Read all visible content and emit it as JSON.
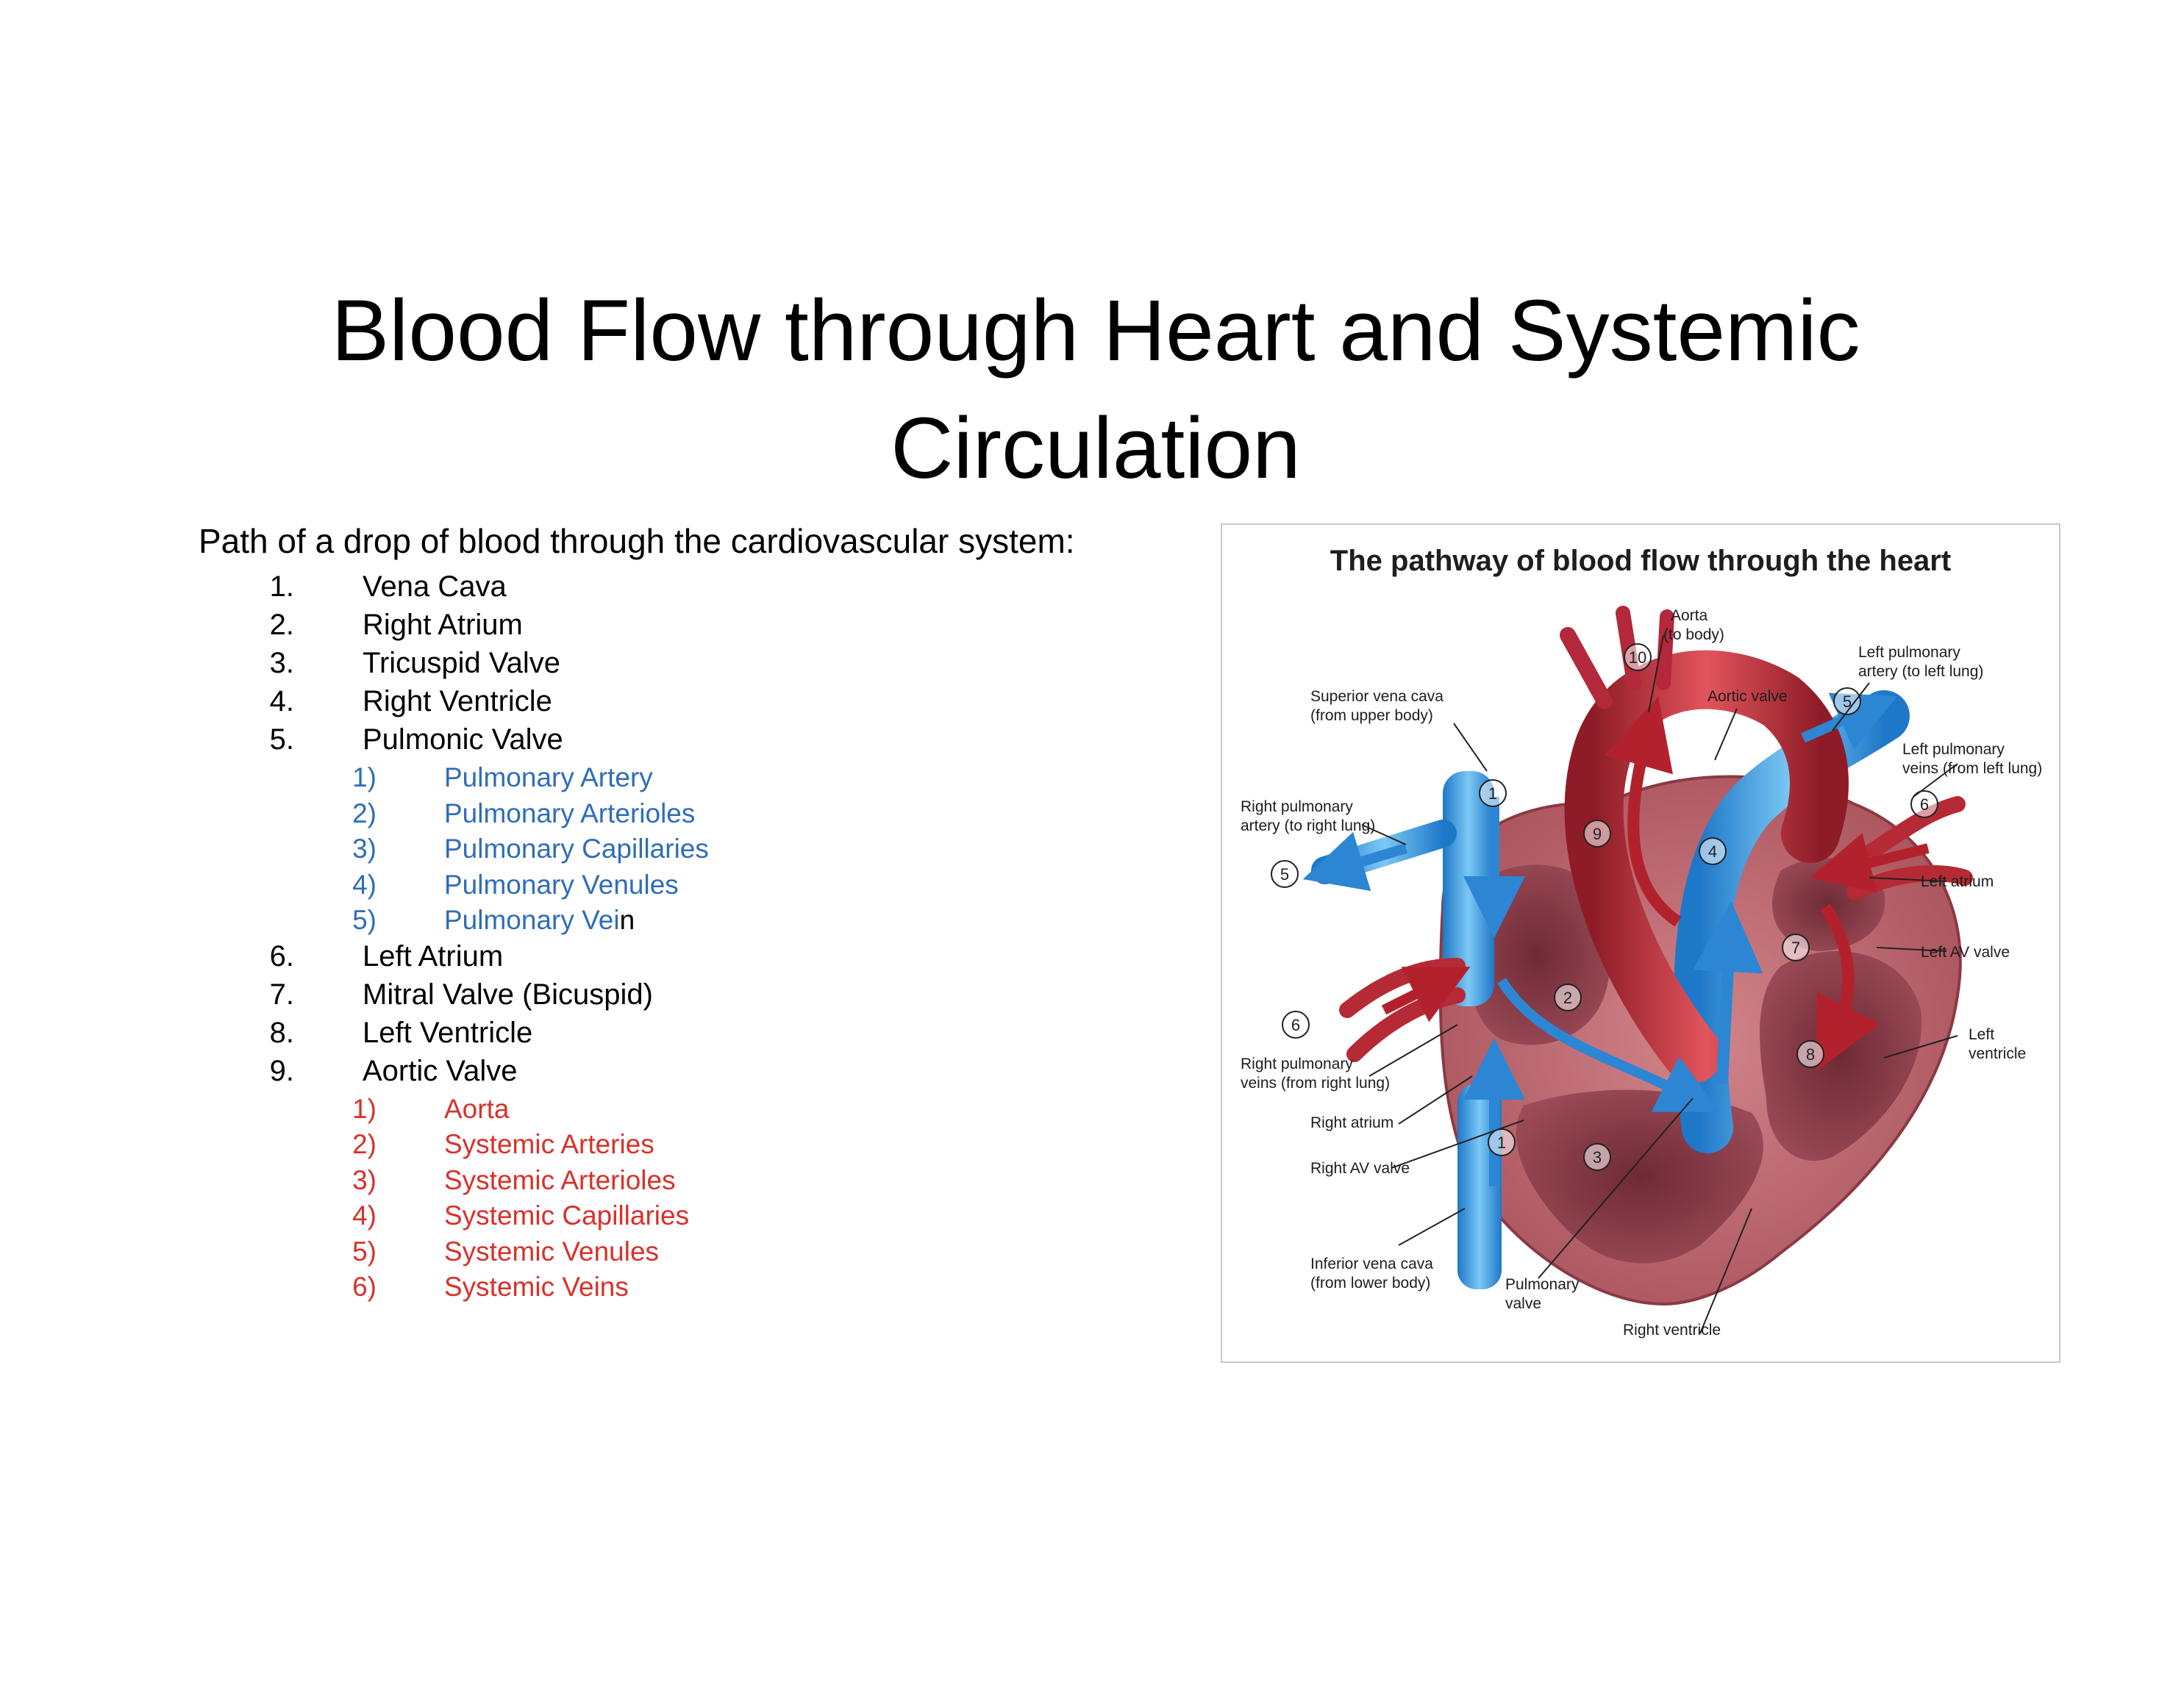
{
  "slide": {
    "title_line1": "Blood Flow through Heart and Systemic",
    "title_line2": "Circulation",
    "intro": "Path of a drop of blood through the cardiovascular system:"
  },
  "steps": [
    {
      "num": "1.",
      "label": "Vena Cava",
      "level": 1,
      "color": "black"
    },
    {
      "num": "2.",
      "label": "Right Atrium",
      "level": 1,
      "color": "black"
    },
    {
      "num": "3.",
      "label": "Tricuspid Valve",
      "level": 1,
      "color": "black"
    },
    {
      "num": "4.",
      "label": "Right Ventricle",
      "level": 1,
      "color": "black"
    },
    {
      "num": "5.",
      "label": "Pulmonic Valve",
      "level": 1,
      "color": "black"
    },
    {
      "num": "1)",
      "label": "Pulmonary Artery",
      "level": 2,
      "color": "blue"
    },
    {
      "num": "2)",
      "label": "Pulmonary Arterioles",
      "level": 2,
      "color": "blue"
    },
    {
      "num": "3)",
      "label": "Pulmonary Capillaries",
      "level": 2,
      "color": "blue"
    },
    {
      "num": "4)",
      "label": "Pulmonary Venules",
      "level": 2,
      "color": "blue"
    },
    {
      "num": "5)",
      "label": "Pulmonary Vei",
      "label_tail": "n",
      "level": 2,
      "color": "blue"
    },
    {
      "num": "6.",
      "label": "Left Atrium",
      "level": 1,
      "color": "black"
    },
    {
      "num": "7.",
      "label": "Mitral Valve (Bicuspid)",
      "level": 1,
      "color": "black"
    },
    {
      "num": "8.",
      "label": "Left Ventricle",
      "level": 1,
      "color": "black"
    },
    {
      "num": "9.",
      "label": "Aortic Valve",
      "level": 1,
      "color": "black"
    },
    {
      "num": "1)",
      "label": "Aorta",
      "level": 2,
      "color": "red"
    },
    {
      "num": "2)",
      "label": "Systemic Arteries",
      "level": 2,
      "color": "red"
    },
    {
      "num": "3)",
      "label": "Systemic Arterioles",
      "level": 2,
      "color": "red"
    },
    {
      "num": "4)",
      "label": "Systemic Capillaries",
      "level": 2,
      "color": "red"
    },
    {
      "num": "5)",
      "label": "Systemic Venules",
      "level": 2,
      "color": "red"
    },
    {
      "num": "6)",
      "label": "Systemic Veins",
      "level": 2,
      "color": "red"
    }
  ],
  "colors": {
    "blue_text": "#2f6db9",
    "red_text": "#d8312a",
    "oxygen_poor": "#3d9fe0",
    "oxygen_rich": "#c1303a",
    "heart_wall": "#b7636b"
  },
  "figure": {
    "title": "The pathway of blood flow through the heart",
    "labels": {
      "aorta": "Aorta",
      "aorta_sub": "(to body)",
      "aortic_valve": "Aortic valve",
      "left_pulm_artery": "Left pulmonary",
      "left_pulm_artery_sub": "artery (to left lung)",
      "superior_vc": "Superior vena cava",
      "superior_vc_sub": "(from upper body)",
      "left_pulm_veins": "Left pulmonary",
      "left_pulm_veins_sub": "veins (from left lung)",
      "right_pulm_artery": "Right pulmonary",
      "right_pulm_artery_sub": "artery (to right lung)",
      "left_atrium": "Left atrium",
      "left_av_valve": "Left AV valve",
      "left_ventricle": "Left",
      "left_ventricle_sub": "ventricle",
      "right_pulm_veins": "Right pulmonary",
      "right_pulm_veins_sub": "veins (from right lung)",
      "right_atrium": "Right atrium",
      "right_av_valve": "Right AV valve",
      "inferior_vc": "Inferior vena cava",
      "inferior_vc_sub": "(from lower body)",
      "pulmonary_valve": "Pulmonary",
      "pulmonary_valve_sub": "valve",
      "right_ventricle": "Right ventricle"
    },
    "markers": [
      "1",
      "2",
      "3",
      "4",
      "5",
      "5",
      "6",
      "6",
      "7",
      "8",
      "9",
      "10",
      "1"
    ]
  }
}
